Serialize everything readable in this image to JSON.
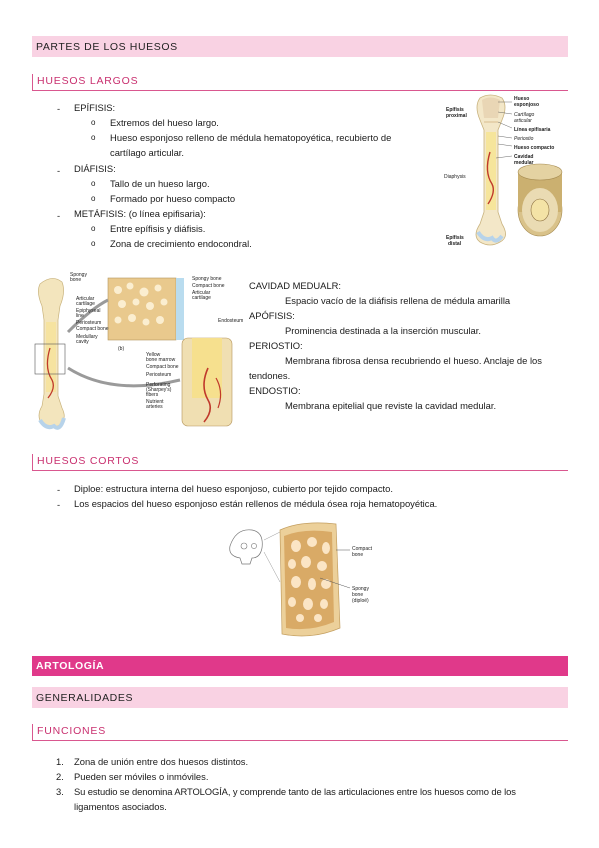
{
  "sections": {
    "partes": "PARTES DE LOS HUESOS",
    "largos": "HUESOS LARGOS",
    "cortos": "HUESOS CORTOS",
    "artologia": "ARTOLOGÍA",
    "generalidades": "GENERALIDADES",
    "funciones": "FUNCIONES"
  },
  "largos": {
    "epifisis": "EPÍFISIS:",
    "epifisis_items": [
      "Extremos del hueso largo.",
      "Hueso esponjoso relleno de médula hematopoyética, recubierto de",
      "cartílago articular."
    ],
    "diafisis": "DIÁFISIS:",
    "diafisis_items": [
      "Tallo de un hueso largo.",
      "Formado por hueso compacto"
    ],
    "metafisis": "METÁFISIS: (o línea epifisaria):",
    "metafisis_items": [
      "Entre epífisis y diáfisis.",
      "Zona de crecimiento endocondral."
    ]
  },
  "fig1": {
    "epifisis_proximal": [
      "Epífisis",
      "proximal"
    ],
    "diaphysis": "Diaphysis",
    "epifisis_distal": [
      "Epífisis",
      "distal"
    ],
    "labels": [
      "Hueso",
      "esponjoso",
      "Cartílago",
      "articular",
      "Línea epifisaria",
      "Periostio",
      "Hueso compacto",
      "Cavidad",
      "medular"
    ]
  },
  "fig2": {
    "labels_left": [
      "Spongy",
      "bone",
      "Articular",
      "cartilage",
      "Epiphyseal",
      "line",
      "Periosteum",
      "Compact bone",
      "Medullary",
      "cavity"
    ],
    "labels_top": [
      "Spongy bone",
      "Compact bone",
      "Articular",
      "cartilage"
    ],
    "labels_right": [
      "Endosteum",
      "Yellow",
      "bone marrow",
      "Compact bone",
      "Periosteum",
      "Perforating",
      "(Sharpey's)",
      "fibers",
      "Nutrient",
      "arteries"
    ],
    "label_b": "(b)"
  },
  "cavidad": {
    "t1": "CAVIDAD MEDUALR:",
    "d1": "Espacio vacío de la diáfisis rellena de médula amarilla",
    "t2": "APÓFISIS:",
    "d2": "Prominencia destinada a la inserción muscular.",
    "t3": "PERIOSTIO:",
    "d3": "Membrana fibrosa densa recubriendo el hueso. Anclaje de los",
    "d3b": "tendones.",
    "t4": "ENDOSTIO:",
    "d4": "Membrana epitelial que reviste la cavidad medular."
  },
  "cortos": {
    "items": [
      "Diploe: estructura interna del hueso esponjoso, cubierto por tejido compacto.",
      "Los espacios del hueso esponjoso están rellenos de médula ósea roja hematopoyética."
    ]
  },
  "fig3": {
    "compact": [
      "Compact",
      "bone"
    ],
    "spongy": [
      "Spongy",
      "bone",
      "(diploë)"
    ]
  },
  "funciones": {
    "items": [
      "Zona de unión entre dos huesos distintos.",
      "Pueden ser móviles o inmóviles.",
      "Su estudio se denomina ARTOLOGÍA, y comprende tanto de las articulaciones entre los huesos como de los"
    ],
    "item3b": "ligamentos asociados.",
    "numbers": [
      "1.",
      "2.",
      "3."
    ]
  },
  "colors": {
    "pink_light": "#f9d2e3",
    "pink_strong": "#e0398a",
    "pink_text": "#c9306f"
  }
}
